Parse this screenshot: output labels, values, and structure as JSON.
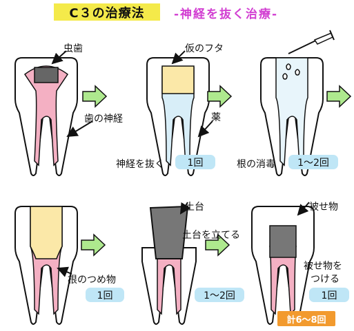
{
  "header": {
    "title": "C３の治療法",
    "subtitle": "-神経を抜く治療-"
  },
  "labels": {
    "cavity": "虫歯",
    "temporary_cap": "仮のフタ",
    "nerve": "歯の神経",
    "medicine": "薬",
    "filling": "根のつめ物",
    "core": "土台",
    "crown": "被せ物",
    "build_core": "土台を立てる",
    "place_crown_line1": "被せ物を",
    "place_crown_line2": "つける"
  },
  "steps": {
    "extract_nerve": {
      "label": "神経を抜く",
      "visits": "1回"
    },
    "disinfect_root": {
      "label": "根の消毒",
      "visits": "1～2回"
    },
    "filling_visits": "1回",
    "core_visits": "1～2回",
    "crown_visits": "1回"
  },
  "total": "計6～8回",
  "colors": {
    "title_bg": "#f4ea4a",
    "subtitle": "#d23fd2",
    "pulp_pink": "#f4b0c3",
    "temp_yellow": "#fbe8a8",
    "medicine_blue": "#d8eef8",
    "core_gray": "#777777",
    "cavity_gray": "#666666",
    "arrow_green": "#aee98e",
    "pill_blue": "#bfe6f6",
    "total_orange": "#f29a2e"
  }
}
